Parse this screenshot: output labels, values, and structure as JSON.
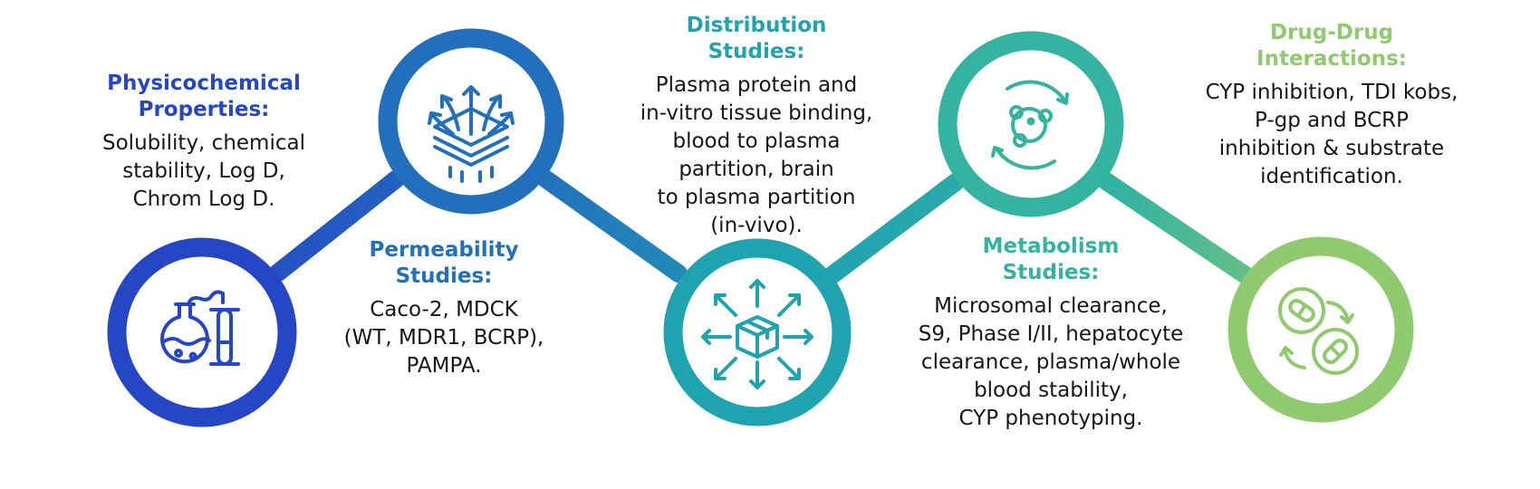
{
  "colors": {
    "stage1": "#2547c6",
    "stage2": "#2270bd",
    "stage3": "#20a3b1",
    "stage4": "#33b3a0",
    "stage5": "#8fca6e",
    "body_text": "#161616"
  },
  "stages": [
    {
      "icon": "flask-beaker-icon",
      "title": [
        "Physicochemical",
        "Properties:"
      ],
      "body": [
        "Solubility, chemical",
        "stability, Log D,",
        "Chrom Log D."
      ]
    },
    {
      "icon": "permeable-layer-arrows-icon",
      "title": [
        "Permeability",
        "Studies:"
      ],
      "body": [
        "Caco-2, MDCK",
        "(WT, MDR1, BCRP),",
        "PAMPA."
      ]
    },
    {
      "icon": "box-distribution-arrows-icon",
      "title": [
        "Distribution",
        "Studies:"
      ],
      "body": [
        "Plasma protein and",
        "in-vitro tissue binding,",
        "blood to plasma",
        "partition, brain",
        "to plasma partition",
        "(in-vivo)."
      ]
    },
    {
      "icon": "metabolism-cycle-icon",
      "title": [
        "Metabolism",
        "Studies:"
      ],
      "body": [
        "Microsomal clearance,",
        "S9, Phase I/II, hepatocyte",
        "clearance, plasma/whole",
        "blood stability,",
        "CYP phenotyping."
      ]
    },
    {
      "icon": "pills-interaction-icon",
      "title": [
        "Drug-Drug",
        "Interactions:"
      ],
      "body": [
        "CYP inhibition, TDI kobs,",
        "P-gp and BCRP",
        "inhibition & substrate",
        "identification."
      ]
    }
  ]
}
